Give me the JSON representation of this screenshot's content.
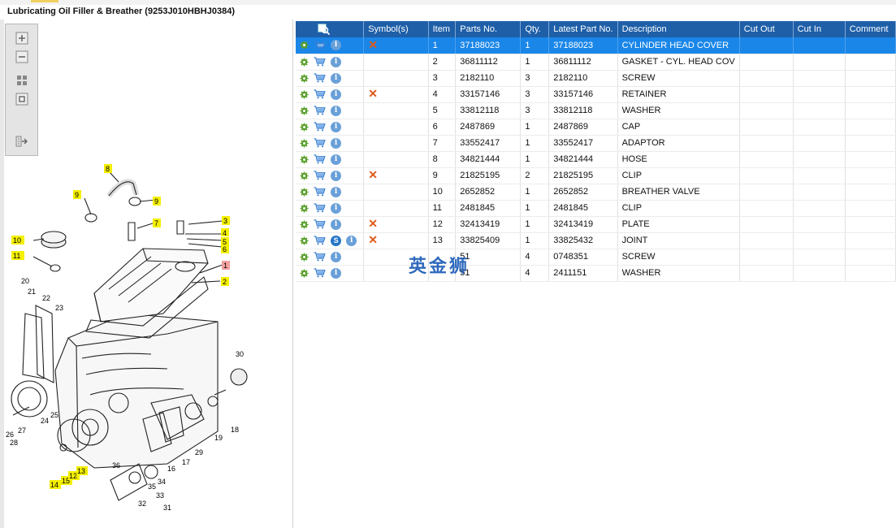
{
  "page": {
    "title": "Lubricating Oil Filler & Breather (9253J010HBHJ0384)"
  },
  "toolbar": {
    "zoom_in": "zoom-in",
    "zoom_out": "zoom-out",
    "fit_all": "fit-all",
    "fit_one": "fit-one",
    "export": "export"
  },
  "columns": {
    "icons": "",
    "symbols": "Symbol(s)",
    "item": "Item",
    "parts_no": "Parts No.",
    "qty": "Qty.",
    "latest": "Latest Part No.",
    "description": "Description",
    "cut_out": "Cut Out",
    "cut_in": "Cut In",
    "comment": "Comment"
  },
  "rows": [
    {
      "item": "1",
      "parts_no": "37188023",
      "qty": "1",
      "latest": "37188023",
      "description": "CYLINDER HEAD COVER",
      "symbol": "✕",
      "s_badge": false,
      "selected": true
    },
    {
      "item": "2",
      "parts_no": "36811112",
      "qty": "1",
      "latest": "36811112",
      "description": "GASKET - CYL. HEAD COV",
      "symbol": "",
      "s_badge": false,
      "selected": false
    },
    {
      "item": "3",
      "parts_no": "2182110",
      "qty": "3",
      "latest": "2182110",
      "description": "SCREW",
      "symbol": "",
      "s_badge": false,
      "selected": false
    },
    {
      "item": "4",
      "parts_no": "33157146",
      "qty": "3",
      "latest": "33157146",
      "description": "RETAINER",
      "symbol": "✕",
      "s_badge": false,
      "selected": false
    },
    {
      "item": "5",
      "parts_no": "33812118",
      "qty": "3",
      "latest": "33812118",
      "description": "WASHER",
      "symbol": "",
      "s_badge": false,
      "selected": false
    },
    {
      "item": "6",
      "parts_no": "2487869",
      "qty": "1",
      "latest": "2487869",
      "description": "CAP",
      "symbol": "",
      "s_badge": false,
      "selected": false
    },
    {
      "item": "7",
      "parts_no": "33552417",
      "qty": "1",
      "latest": "33552417",
      "description": "ADAPTOR",
      "symbol": "",
      "s_badge": false,
      "selected": false
    },
    {
      "item": "8",
      "parts_no": "34821444",
      "qty": "1",
      "latest": "34821444",
      "description": "HOSE",
      "symbol": "",
      "s_badge": false,
      "selected": false
    },
    {
      "item": "9",
      "parts_no": "21825195",
      "qty": "2",
      "latest": "21825195",
      "description": "CLIP",
      "symbol": "✕",
      "s_badge": false,
      "selected": false
    },
    {
      "item": "10",
      "parts_no": "2652852",
      "qty": "1",
      "latest": "2652852",
      "description": "BREATHER VALVE",
      "symbol": "",
      "s_badge": false,
      "selected": false
    },
    {
      "item": "11",
      "parts_no": "2481845",
      "qty": "1",
      "latest": "2481845",
      "description": "CLIP",
      "symbol": "",
      "s_badge": false,
      "selected": false
    },
    {
      "item": "12",
      "parts_no": "32413419",
      "qty": "1",
      "latest": "32413419",
      "description": "PLATE",
      "symbol": "✕",
      "s_badge": false,
      "selected": false
    },
    {
      "item": "13",
      "parts_no": "33825409",
      "qty": "1",
      "latest": "33825432",
      "description": "JOINT",
      "symbol": "✕",
      "s_badge": true,
      "selected": false
    },
    {
      "item": "",
      "parts_no": "51",
      "qty": "4",
      "latest": "0748351",
      "description": "SCREW",
      "symbol": "",
      "s_badge": false,
      "selected": false
    },
    {
      "item": "",
      "parts_no": "51",
      "qty": "4",
      "latest": "2411151",
      "description": "WASHER",
      "symbol": "",
      "s_badge": false,
      "selected": false
    }
  ],
  "badges": {
    "s_badge_label": "S",
    "info_label": "i"
  },
  "watermark": "英金狮",
  "diagram": {
    "callouts": [
      "1",
      "2",
      "3",
      "4",
      "5",
      "6",
      "7",
      "8",
      "9",
      "9",
      "10",
      "11",
      "12",
      "13",
      "14",
      "15",
      "16",
      "17",
      "18",
      "19",
      "20",
      "21",
      "22",
      "23",
      "24",
      "25",
      "26",
      "27",
      "28",
      "29",
      "30",
      "31",
      "32",
      "33",
      "34",
      "35",
      "36"
    ]
  },
  "colors": {
    "header_bg": "#1e5fa8",
    "selected_row": "#1a86e8",
    "callout_yellow": "#f5f000",
    "callout_red": "#f4a0a0",
    "symbol_orange": "#e05a1a"
  }
}
